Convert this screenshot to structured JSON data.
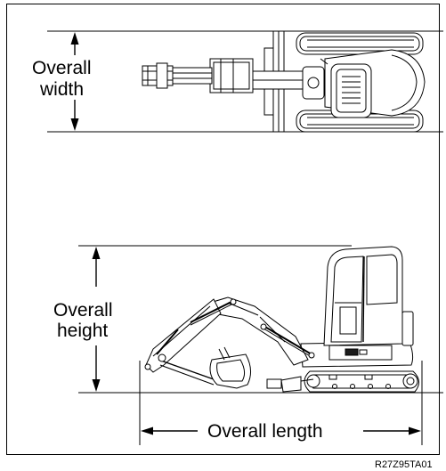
{
  "labels": {
    "overall_width_line1": "Overall",
    "overall_width_line2": "width",
    "overall_height_line1": "Overall",
    "overall_height_line2": "height",
    "overall_length": "Overall length",
    "drawing_code": "R27Z95TA01"
  }
}
